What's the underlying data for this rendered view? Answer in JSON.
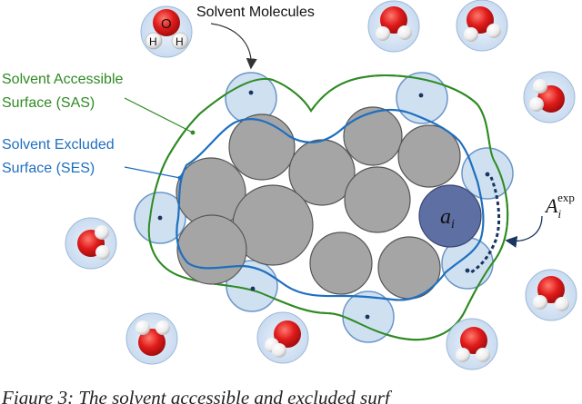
{
  "labels": {
    "solvent_molecules": "Solvent Molecules",
    "sas_line1": "Solvent Accessible",
    "sas_line2": "Surface (SAS)",
    "ses_line1": "Solvent Excluded",
    "ses_line2": "Surface (SES)",
    "atom_symbol": "a",
    "atom_sub": "i",
    "area_symbol": "A",
    "area_sub": "i",
    "area_sup": "exp",
    "water_o": "O",
    "water_h1": "H",
    "water_h2": "H",
    "caption_fragment": "Figure 3: The solvent accessible and excluded surf"
  },
  "colors": {
    "sas": "#2e8b22",
    "ses": "#1f6fbf",
    "atom": "#a5a5a5",
    "highlight_atom": "#5d6fa3",
    "probe_fill": "#cfe0f1",
    "probe_stroke": "#6b96c8",
    "oxygen": "#e02020",
    "hydrogen": "#f2f2f2",
    "dashed_arc": "#1a3560"
  }
}
